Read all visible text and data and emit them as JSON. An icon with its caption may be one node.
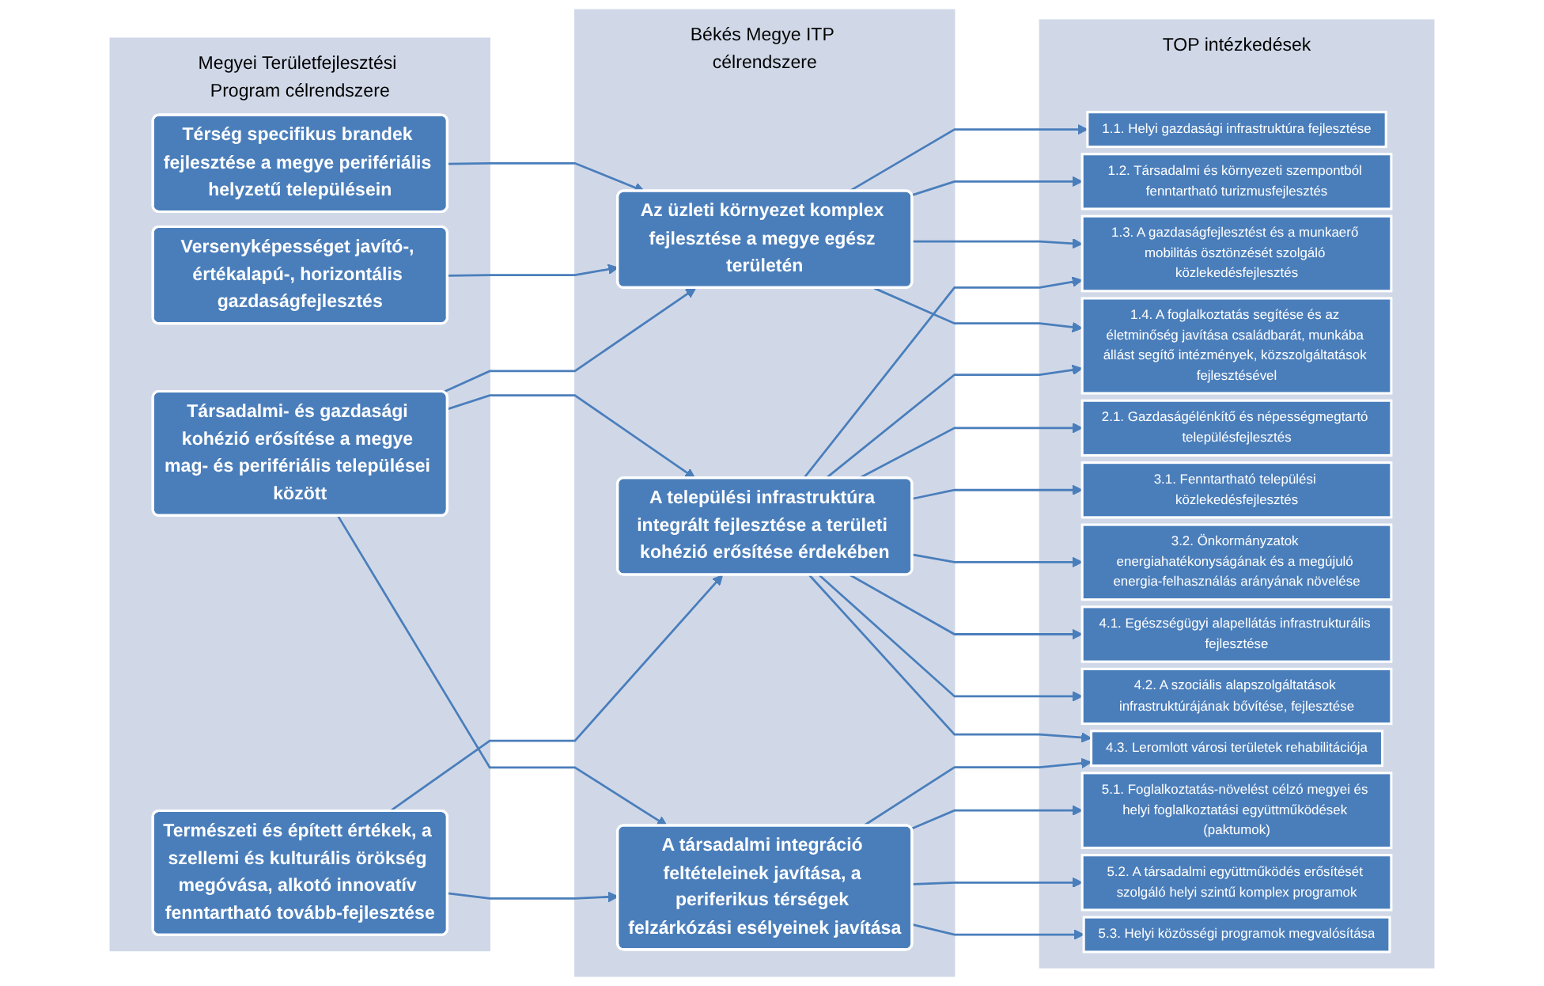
{
  "diagram": {
    "nodes": [
      {
        "text": [
          "Megyei Területfejlesztési Program célrendszere"
        ]
      },
      {
        "text": [
          "Térség specifikus brandek fejlesztése a megye perifériális helyzetű településein"
        ],
        "in": 0
      },
      {
        "text": [
          "Versenyképességet javító-, értékalapú-, horizontális gazdaságfejlesztés"
        ],
        "in": 0
      },
      {
        "text": [
          "Társadalmi- és gazdasági kohézió erősítése a megye mag- és perifériális települései között"
        ],
        "in": 0
      },
      {
        "text": [
          "Természeti és épített értékek, a szellemi és kulturális örökség megóvása, alkotó innovatív fenntartható tovább-fejlesztése"
        ],
        "in": 0
      },
      {
        "text": [
          "Békés Megye ITP célrendszere"
        ]
      },
      {
        "text": [
          "Az üzleti környezet komplex fejlesztése a megye egész területén"
        ],
        "in": 5
      },
      {
        "text": [
          "A települési infrastruktúra integrált fejlesztése a területi kohézió erősítése érdekében"
        ],
        "in": 5
      },
      {
        "text": [
          "A társadalmi integráció feltételeinek javítása, a periferikus térségek felzárkózási esélyeinek javítása"
        ],
        "in": 5
      },
      {
        "text": [
          "TOP intézkedések"
        ]
      },
      {
        "text": [
          "1.1. Helyi gazdasági infrastruktúra fejlesztése"
        ],
        "in": 9
      },
      {
        "text": [
          "1.2. Társadalmi és környezeti szempontból fenntartható turizmusfejlesztés"
        ],
        "in": 9
      },
      {
        "text": [
          "1.3. A gazdaságfejlesztést és a munkaerő mobilitás ösztönzését szolgáló közlekedésfejlesztés"
        ],
        "in": 9
      },
      {
        "text": [
          "1.4. A foglalkoztatás segítése és az életminőség javítása családbarát, munkába állást segítő intézmények, közszolgáltatások fejlesztésével"
        ],
        "in": 9
      },
      {
        "text": [
          "2.1. Gazdaságélénkítő és népességmegtartó településfejlesztés"
        ],
        "in": 9
      },
      {
        "text": [
          "3.1. Fenntartható települési közlekedésfejlesztés"
        ],
        "in": 9
      },
      {
        "text": [
          "3.2. Önkormányzatok energiahatékonyságának és a megújuló energia-felhasználás arányának növelése"
        ],
        "in": 9
      },
      {
        "text": [
          "4.1. Egészségügyi alapellátás infrastrukturális fejlesztése"
        ],
        "in": 9
      },
      {
        "text": [
          "4.2. A szociális alapszolgáltatások infrastruktúrájának bővítése, fejlesztése"
        ],
        "in": 9
      },
      {
        "text": [
          "4.3. Leromlott városi területek rehabilitációja"
        ],
        "in": 9
      },
      {
        "text": [
          "5.1. Foglalkoztatás-növelést célzó megyei és helyi foglalkoztatási együttműködések (paktumok)"
        ],
        "in": 9
      },
      {
        "text": [
          "5.2. A társadalmi együttműködés erősítését szolgáló helyi szintű komplex programok"
        ],
        "in": 9
      },
      {
        "text": [
          "5.3. Helyi közösségi programok megvalósítása"
        ],
        "in": 9
      }
    ],
    "edges": [
      {
        "from": 1,
        "to": 6,
        "arrow": "to"
      },
      {
        "from": 2,
        "to": 6,
        "arrow": "to"
      },
      {
        "from": 3,
        "to": 6,
        "arrow": "to"
      },
      {
        "from": 3,
        "to": 7,
        "arrow": "to"
      },
      {
        "from": 3,
        "to": 8,
        "arrow": "to"
      },
      {
        "from": 4,
        "to": 7,
        "arrow": "to"
      },
      {
        "from": 4,
        "to": 8,
        "arrow": "to"
      },
      {
        "from": 6,
        "to": 10,
        "arrow": "to"
      },
      {
        "from": 6,
        "to": 11,
        "arrow": "to"
      },
      {
        "from": 6,
        "to": 12,
        "arrow": "to"
      },
      {
        "from": 6,
        "to": 13,
        "arrow": "to"
      },
      {
        "from": 7,
        "to": 12,
        "arrow": "to"
      },
      {
        "from": 7,
        "to": 13,
        "arrow": "to"
      },
      {
        "from": 7,
        "to": 14,
        "arrow": "to"
      },
      {
        "from": 7,
        "to": 15,
        "arrow": "to"
      },
      {
        "from": 7,
        "to": 16,
        "arrow": "to"
      },
      {
        "from": 7,
        "to": 17,
        "arrow": "to"
      },
      {
        "from": 7,
        "to": 18,
        "arrow": "to"
      },
      {
        "from": 7,
        "to": 19,
        "arrow": "to"
      },
      {
        "from": 8,
        "to": 19,
        "arrow": "to"
      },
      {
        "from": 8,
        "to": 20,
        "arrow": "to"
      },
      {
        "from": 8,
        "to": 21,
        "arrow": "to"
      },
      {
        "from": 8,
        "to": 22,
        "arrow": "to"
      }
    ]
  }
}
